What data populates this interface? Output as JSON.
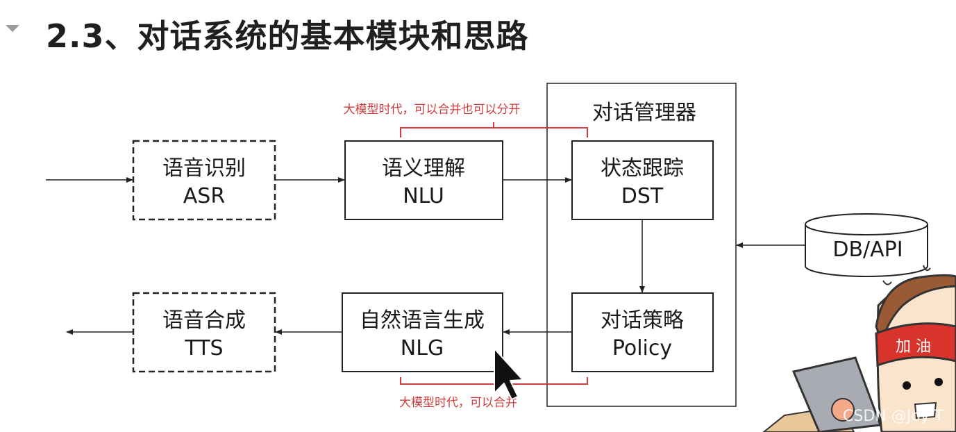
{
  "page": {
    "title": "2.3、对话系统的基本模块和思路"
  },
  "diagram": {
    "dialog_manager_title": "对话管理器",
    "nodes": {
      "asr": {
        "line1": "语音识别",
        "line2": "ASR"
      },
      "nlu": {
        "line1": "语义理解",
        "line2": "NLU"
      },
      "dst": {
        "line1": "状态跟踪",
        "line2": "DST"
      },
      "policy": {
        "line1": "对话策略",
        "line2": "Policy"
      },
      "nlg": {
        "line1": "自然语言生成",
        "line2": "NLG"
      },
      "tts": {
        "line1": "语音合成",
        "line2": "TTS"
      },
      "db": {
        "label": "DB/API"
      }
    },
    "notes": {
      "top": "大模型时代，可以合并也可以分开",
      "bottom": "大模型时代，可以合并"
    },
    "colors": {
      "annotation": "#d23c3c",
      "line": "#222222"
    }
  },
  "overlay": {
    "watermark": "CSDN @Joy T",
    "sticker_text": "加 油"
  }
}
